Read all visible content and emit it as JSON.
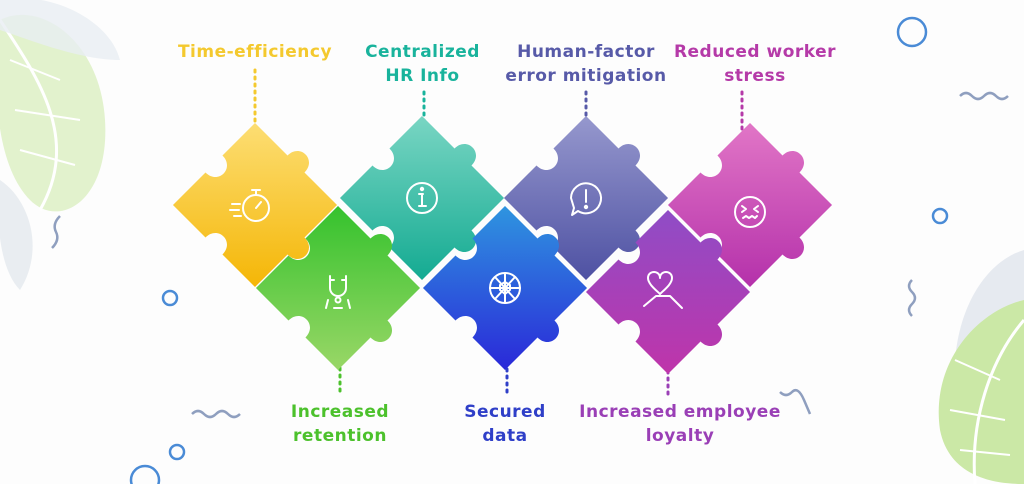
{
  "benefits_top": [
    {
      "id": "time",
      "lines": [
        "Time-efficiency"
      ],
      "color": "#f4c92e",
      "icon": "stopwatch-icon"
    },
    {
      "id": "hr",
      "lines": [
        "Centralized",
        "HR Info"
      ],
      "color": "#19b39c",
      "icon": "info-icon"
    },
    {
      "id": "human",
      "lines": [
        "Human-factor",
        "error mitigation"
      ],
      "color": "#575aa8",
      "icon": "alert-bubble-icon"
    },
    {
      "id": "stress",
      "lines": [
        "Reduced worker",
        "stress"
      ],
      "color": "#b53aa8",
      "icon": "stressed-face-icon"
    }
  ],
  "benefits_bottom": [
    {
      "id": "retention",
      "lines": [
        "Increased",
        "retention"
      ],
      "color": "#4cc12c",
      "icon": "magnet-people-icon"
    },
    {
      "id": "secured",
      "lines": [
        "Secured",
        "data"
      ],
      "color": "#2f3fc8",
      "icon": "secure-globe-icon"
    },
    {
      "id": "loyalty",
      "lines": [
        "Increased employee",
        "loyalty"
      ],
      "color": "#9a3fb6",
      "icon": "heart-hand-icon"
    }
  ],
  "colors": {
    "yellow": "#f6c21f",
    "teal": "#1fb39b",
    "indigo": "#5b5ea8",
    "magenta": "#b43ab0",
    "green": "#46c02a",
    "blue": "#2440d4",
    "purple": "#9b3bb4",
    "leaf": "#c8e8a4",
    "accent_blue": "#4a8bd6"
  }
}
